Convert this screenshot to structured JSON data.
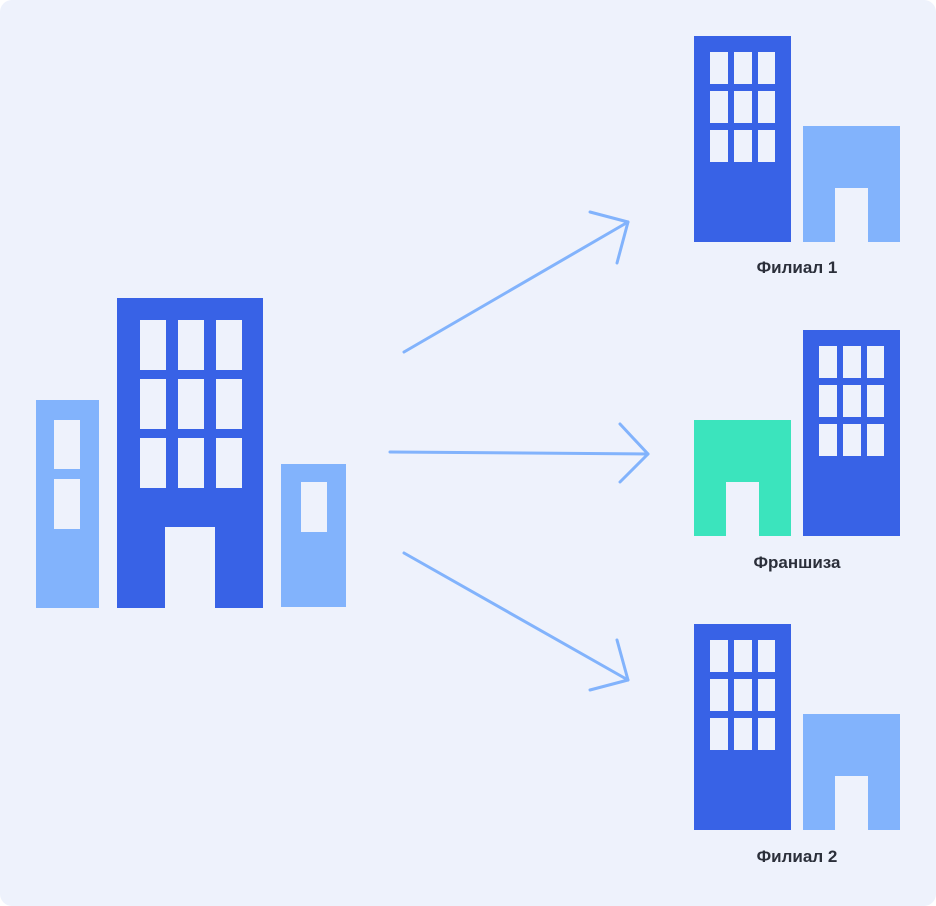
{
  "colors": {
    "background": "#eef2fc",
    "primary": "#3862e6",
    "light": "#82b3fc",
    "franchise": "#3be4bd",
    "arrow": "#82b3fc",
    "text": "#2b2f3a"
  },
  "nodes": {
    "source": {
      "icon": "headquarters-buildings-icon"
    },
    "branch1": {
      "label": "Филиал 1",
      "icon": "branch-buildings-icon"
    },
    "franchise": {
      "label": "Франшиза",
      "icon": "franchise-buildings-icon"
    },
    "branch2": {
      "label": "Филиал 2",
      "icon": "branch-buildings-icon"
    }
  }
}
